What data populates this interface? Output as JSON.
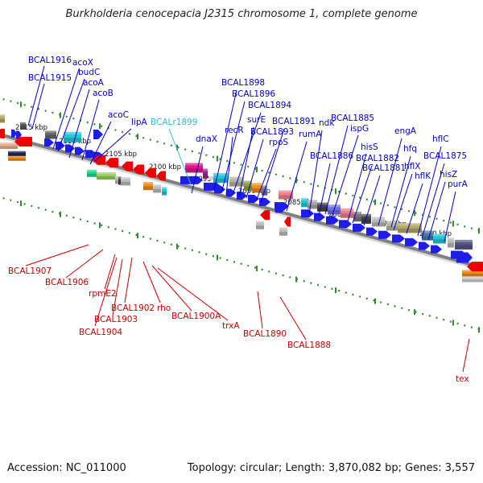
{
  "title": "Burkholderia cenocepacia J2315 chromosome 1, complete genome",
  "accession": "Accession: NC_011000",
  "summary": "Topology: circular; Length: 3,870,082 bp; Genes: 3,557",
  "colors": {
    "forward_label": "#0000cc",
    "reverse_label": "#cc0000",
    "rna_label": "#33bbdd",
    "backbone": "#808080",
    "tick": "#2e8b2e"
  },
  "kbp_ticks": [
    "2115 kbp",
    "2110 kbp",
    "2105 kbp",
    "2100 kbp",
    "2095 kbp",
    "2090 kbp",
    "2085 kbp",
    "2080 kbp",
    "2075 kbp",
    "2070 kbp"
  ],
  "forward_labels": [
    "BCAL1916",
    "BCAL1915",
    "acoX",
    "budC",
    "acoA",
    "acoB",
    "acoC",
    "lipA",
    "dnaX",
    "BCAL1898",
    "BCAL1896",
    "BCAL1894",
    "recR",
    "surE",
    "BCAL1893",
    "rpoS",
    "BCAL1891",
    "rumA",
    "BCAL1885",
    "ndk",
    "BCAL1886",
    "ispG",
    "hisS",
    "BCAL1882",
    "BCAL1881",
    "engA",
    "hfq",
    "hflX",
    "hflK",
    "hflC",
    "BCAL1875",
    "hisZ",
    "purA"
  ],
  "rna_labels": [
    "BCALr1899"
  ],
  "reverse_labels": [
    "BCAL1907",
    "BCAL1906",
    "rpmE2",
    "BCAL1902",
    "rho",
    "BCAL1903",
    "BCAL1904",
    "BCAL1900A",
    "trxA",
    "BCAL1890",
    "BCAL1888",
    "tex"
  ]
}
